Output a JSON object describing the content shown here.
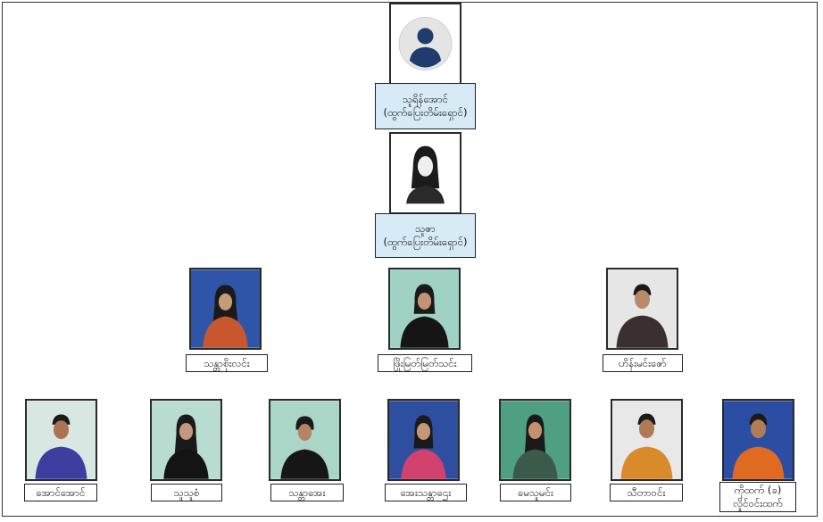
{
  "org_chart": {
    "top": [
      {
        "name": "သူရိန်အောင်",
        "title": "(ထွက်ပြေးတိမ်းရှောင်)",
        "icon": "male-avatar-icon"
      },
      {
        "name": "သူဇာ",
        "title": "(ထွက်ပြေးတိမ်းရှောင်)",
        "icon": "female-avatar-icon"
      }
    ],
    "middle": [
      {
        "name": "သန္တာစိုးလင်း",
        "bg": "#2f55a8",
        "shirt": "#c8572f"
      },
      {
        "name": "ဖြိုးမြတ်မြတ်သင်း",
        "bg": "#9fd2c4",
        "shirt": "#151515"
      },
      {
        "name": "ဟိန်းမင်းဇော်",
        "bg": "#e6e6e6",
        "shirt": "#3b3030"
      }
    ],
    "bottom": [
      {
        "name": "အောင်အောင်",
        "bg": "#d9e7e2",
        "shirt": "#3d3ea0"
      },
      {
        "name": "သူသူစံ",
        "bg": "#b9dcd0",
        "shirt": "#141414"
      },
      {
        "name": "သန္တာအေး",
        "bg": "#a9d6c7",
        "shirt": "#161616"
      },
      {
        "name": "အေးသန္တာဌေး",
        "bg": "#2e4fa0",
        "shirt": "#d2426e"
      },
      {
        "name": "မေသူမင်း",
        "bg": "#4fa083",
        "shirt": "#3c5a4a"
      },
      {
        "name": "သီတာဝင်း",
        "bg": "#e8e8e8",
        "shirt": "#d98a2a"
      },
      {
        "name": "ကိုထက် (ခ)",
        "name2": "လှိုင်ဝင်းထက်",
        "bg": "#2c4ea2",
        "shirt": "#e06a22"
      }
    ]
  },
  "colors": {
    "label_blue": "#d7ebf7",
    "avatar_navy": "#1f3c6e",
    "border": "#2a2a2a"
  }
}
